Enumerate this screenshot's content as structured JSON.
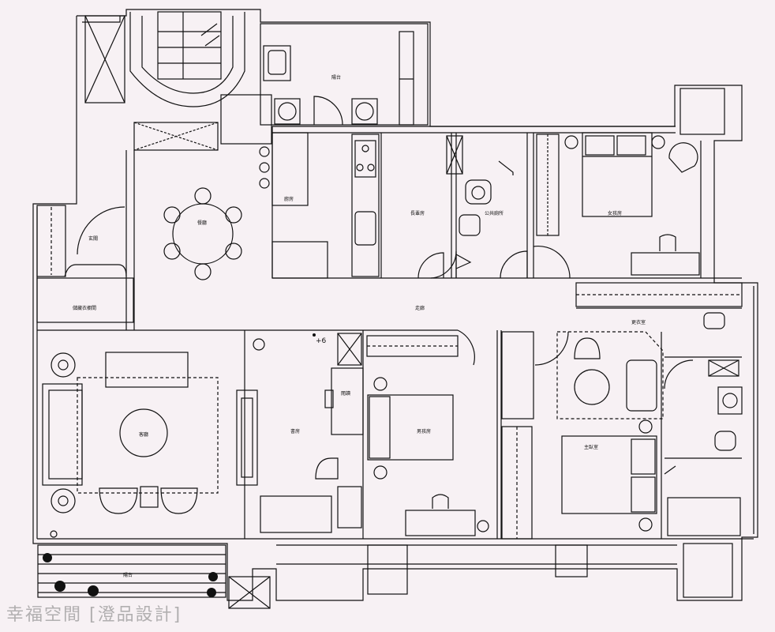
{
  "rooms": {
    "balcony_top": "陽台",
    "kitchen": "廚房",
    "dining": "餐廳",
    "entry": "玄關",
    "storage": "儲藏衣櫥間",
    "living": "客廳",
    "study": "書房",
    "reading": "閱讀",
    "elder_room": "長輩房",
    "boy_room": "男孩房",
    "girl_room": "女孩房",
    "public_bath": "公共廁所",
    "corridor": "走廊",
    "walkin": "更衣室",
    "master": "主臥室",
    "balcony_bottom": "陽台",
    "level_mark": "+6"
  },
  "watermark": "幸福空間 [澄品設計]"
}
